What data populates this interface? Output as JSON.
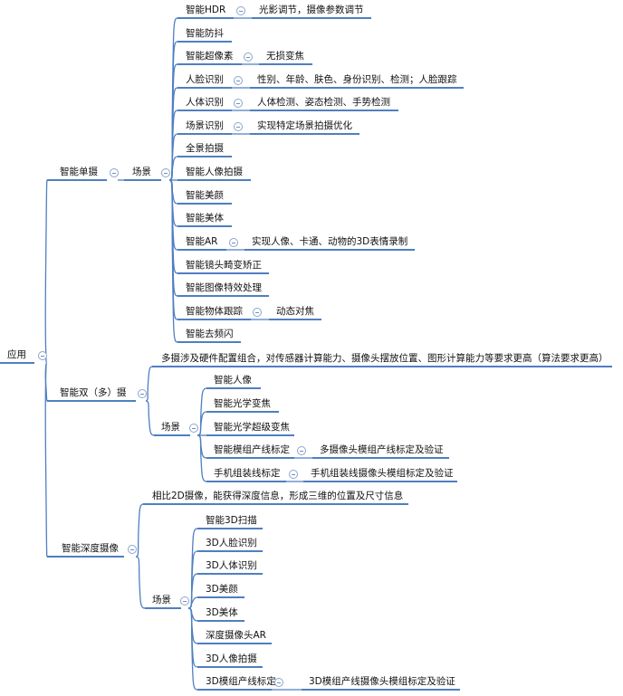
{
  "colors": {
    "line": "#4f7fc0",
    "text": "#111111"
  },
  "root": {
    "label": "应用"
  },
  "branches": [
    {
      "label": "智能单摄",
      "scene": {
        "label": "场景",
        "items": [
          {
            "label": "智能HDR",
            "detail": "光影调节，摄像参数调节"
          },
          {
            "label": "智能防抖"
          },
          {
            "label": "智能超像素",
            "detail": "无损变焦"
          },
          {
            "label": "人脸识别",
            "detail": "性别、年龄、肤色、身份识别、检测；人脸跟踪"
          },
          {
            "label": "人体识别",
            "detail": "人体检测、姿态检测、手势检测"
          },
          {
            "label": "场景识别",
            "detail": "实现特定场景拍摄优化"
          },
          {
            "label": "全景拍摄"
          },
          {
            "label": "智能人像拍摄"
          },
          {
            "label": "智能美颜"
          },
          {
            "label": "智能美体"
          },
          {
            "label": "智能AR",
            "detail": "实现人像、卡通、动物的3D表情录制"
          },
          {
            "label": "智能镜头畸变矫正"
          },
          {
            "label": "智能图像特效处理"
          },
          {
            "label": "智能物体跟踪",
            "detail": "动态对焦"
          },
          {
            "label": "智能去频闪"
          }
        ]
      }
    },
    {
      "label": "智能双（多）摄",
      "note": "多摄涉及硬件配置组合，对传感器计算能力、摄像头摆放位置、图形计算能力等要求更高（算法要求更高）",
      "scene": {
        "label": "场景",
        "items": [
          {
            "label": "智能人像"
          },
          {
            "label": "智能光学变焦"
          },
          {
            "label": "智能光学超级变焦"
          },
          {
            "label": "智能模组产线标定",
            "detail": "多摄像头模组产线标定及验证"
          },
          {
            "label": "手机组装线标定",
            "detail": "手机组装线摄像头模组标定及验证"
          }
        ]
      }
    },
    {
      "label": "智能深度摄像",
      "note": "相比2D摄像，能获得深度信息，形成三维的位置及尺寸信息",
      "scene": {
        "label": "场景",
        "items": [
          {
            "label": "智能3D扫描"
          },
          {
            "label": "3D人脸识别"
          },
          {
            "label": "3D人体识别"
          },
          {
            "label": "3D美颜"
          },
          {
            "label": "3D美体"
          },
          {
            "label": "深度摄像头AR"
          },
          {
            "label": "3D人像拍摄"
          },
          {
            "label": "3D模组产线标定",
            "detail": "3D模组产线摄像头模组标定及验证"
          }
        ]
      }
    }
  ]
}
